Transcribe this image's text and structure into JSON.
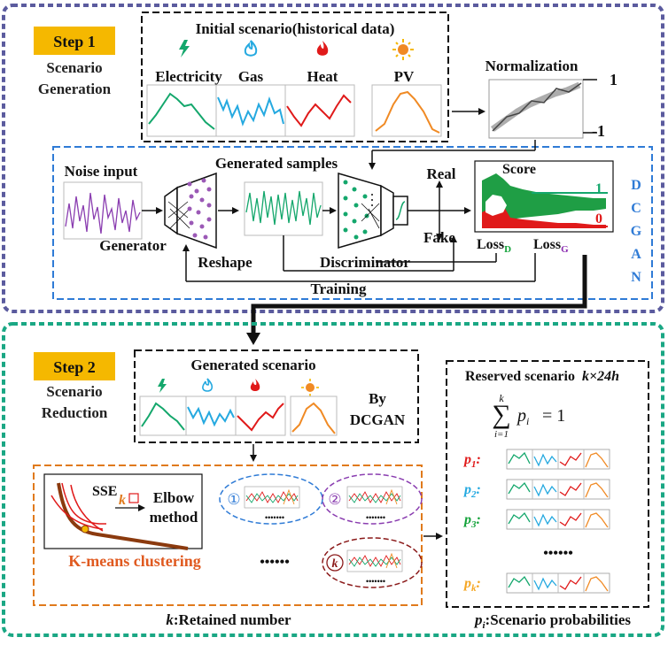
{
  "colors": {
    "step_badge": "#f5b800",
    "step1_border": "#5b5b9e",
    "step2_border": "#1aa784",
    "dcgan_border": "#2f7bd6",
    "kmeans_border": "#e07a1c",
    "electricity": "#14a76c",
    "gas": "#25a9e0",
    "heat": "#e01a1a",
    "pv": "#f08a24",
    "loss_d": "#13a23a",
    "loss_g": "#8a2bb0",
    "p1": "#e01a1a",
    "p2": "#25a9e0",
    "p3": "#13a23a",
    "pk": "#f5a623"
  },
  "step1": {
    "badge": "Step 1",
    "title_line1": "Scenario",
    "title_line2": "Generation",
    "initial_title": "Initial scenario(historical data)",
    "labels": {
      "electricity": "Electricity",
      "gas": "Gas",
      "heat": "Heat",
      "pv": "PV"
    },
    "normalization": {
      "title": "Normalization",
      "tick_top": "1",
      "tick_bottom": "-1"
    }
  },
  "dcgan": {
    "side_label": [
      "D",
      "C",
      "G",
      "A",
      "N"
    ],
    "noise_input": "Noise input",
    "generated_samples": "Generated samples",
    "generator": "Generator",
    "reshape": "Reshape",
    "discriminator": "Discriminator",
    "training": "Training",
    "real": "Real",
    "fake": "Fake",
    "score": "Score",
    "score_one": "1",
    "score_zero": "0",
    "loss": "Loss",
    "loss_d_sub": "D",
    "loss_g_sub": "G"
  },
  "step2": {
    "badge": "Step 2",
    "title_line1": "Scenario",
    "title_line2": "Reduction",
    "generated_title": "Generated scenario",
    "by_line1": "By",
    "by_line2": "DCGAN",
    "kmeans": {
      "sse": "SSE",
      "k": "k",
      "elbow_line1": "Elbow",
      "elbow_line2": "method",
      "title": "K-means clustering",
      "cluster1": "①",
      "cluster2": "②",
      "clusterk": "k",
      "dots": "••••••",
      "small_dots": "•••••••"
    },
    "retained_k": "k",
    "retained_text": ":Retained number",
    "reserved": {
      "title": "Reserved scenario",
      "size": "k×24h",
      "sum_top": "k",
      "sum_sigma": "∑",
      "sum_bottom": "i=1",
      "sum_term": "p",
      "sum_term_sub": "i",
      "sum_rhs": "= 1",
      "p1": "p",
      "p1_sub": "1",
      "p2": "p",
      "p2_sub": "2",
      "p3": "p",
      "p3_sub": "3",
      "pk": "p",
      "pk_sub": "k",
      "colon": ":",
      "dots": "••••••"
    },
    "prob_p": "p",
    "prob_sub": "i",
    "prob_text": ":Scenario probabilities"
  }
}
